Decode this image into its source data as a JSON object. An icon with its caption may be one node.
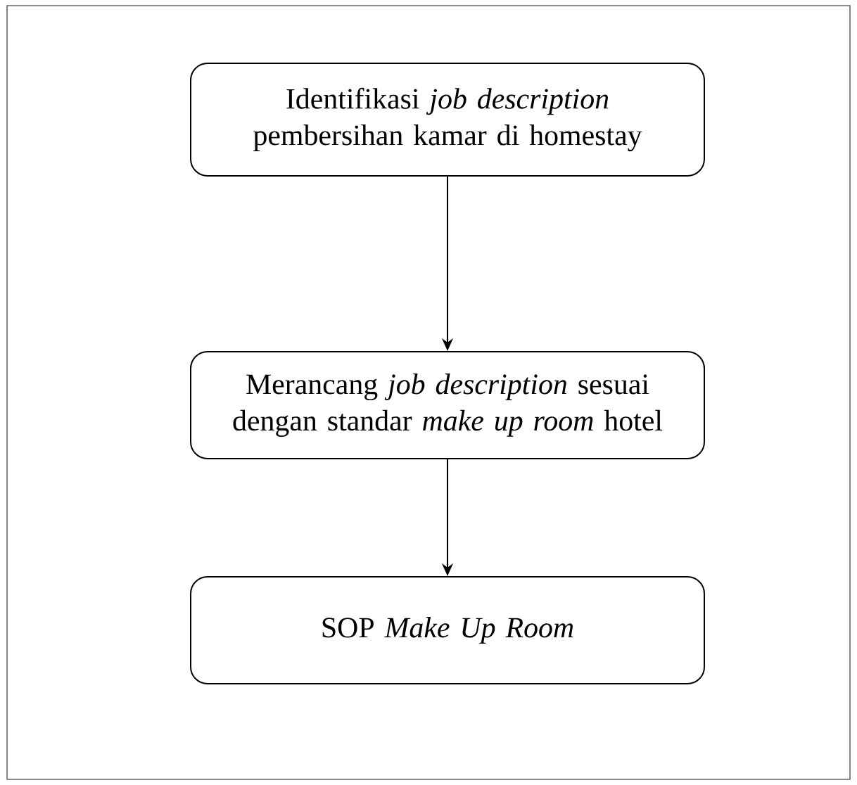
{
  "diagram": {
    "nodes": [
      {
        "text": [
          "Identifikasi *job description* pembersihan kamar di homestay"
        ]
      },
      {
        "text": [
          "Merancang *job description* sesuai dengan standar *make up room* hotel"
        ]
      },
      {
        "text": [
          "SOP *Make Up Room*"
        ]
      }
    ],
    "edges": [
      {
        "from": 0,
        "to": 1,
        "arrow": "to"
      },
      {
        "from": 1,
        "to": 2,
        "arrow": "to"
      }
    ]
  }
}
